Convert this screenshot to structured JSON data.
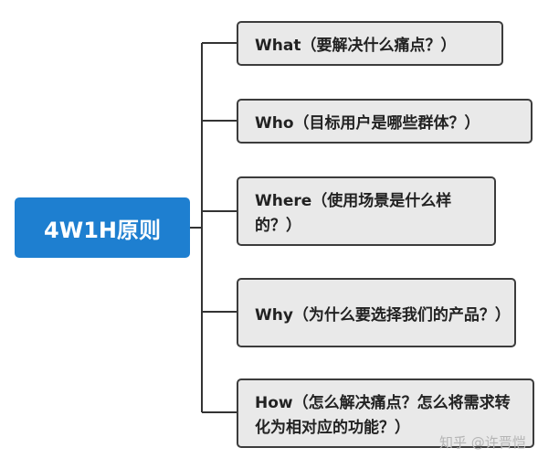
{
  "diagram": {
    "root": {
      "label": "4W1H原则"
    },
    "branches": [
      {
        "label": "What（要解决什么痛点？）"
      },
      {
        "label": "Who（目标用户是哪些群体？）"
      },
      {
        "label": "Where（使用场景是什么样的？）"
      },
      {
        "label": "Why（为什么要选择我们的产品？）"
      },
      {
        "label": "How（怎么解决痛点？怎么将需求转化为相对应的功能？）"
      }
    ]
  },
  "watermark": "知乎 @许晋恺",
  "colors": {
    "root_fill": "#1e7fd0",
    "node_fill": "#e9e9e9",
    "node_border": "#3c3c3c",
    "connector": "#333333"
  }
}
